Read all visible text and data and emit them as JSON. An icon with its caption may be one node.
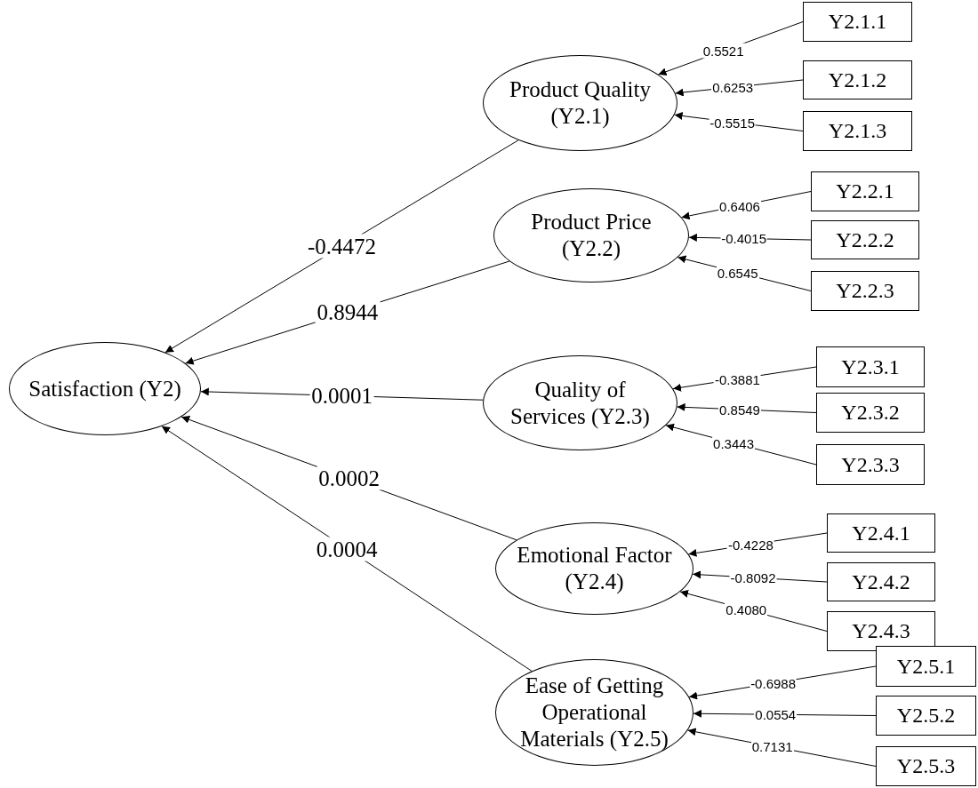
{
  "diagram": {
    "nodes": [
      {
        "text": [
          "Satisfaction (Y2)"
        ]
      },
      {
        "text": [
          "Product Quality (Y2.1)"
        ]
      },
      {
        "text": [
          "Y2.1.1"
        ]
      },
      {
        "text": [
          "Y2.1.2"
        ]
      },
      {
        "text": [
          "Y2.1.3"
        ]
      },
      {
        "text": [
          "Product Price (Y2.2)"
        ]
      },
      {
        "text": [
          "Y2.2.1"
        ]
      },
      {
        "text": [
          "Y2.2.2"
        ]
      },
      {
        "text": [
          "Y2.2.3"
        ]
      },
      {
        "text": [
          "Quality of Services (Y2.3)"
        ]
      },
      {
        "text": [
          "Y2.3.1"
        ]
      },
      {
        "text": [
          "Y2.3.2"
        ]
      },
      {
        "text": [
          "Y2.3.3"
        ]
      },
      {
        "text": [
          "Emotional Factor (Y2.4)"
        ]
      },
      {
        "text": [
          "Y2.4.1"
        ]
      },
      {
        "text": [
          "Y2.4.2"
        ]
      },
      {
        "text": [
          "Y2.4.3"
        ]
      },
      {
        "text": [
          "Ease of Getting Operational Materials (Y2.5)"
        ]
      },
      {
        "text": [
          "Y2.5.1"
        ]
      },
      {
        "text": [
          "Y2.5.2"
        ]
      },
      {
        "text": [
          "Y2.5.3"
        ]
      }
    ],
    "edges": [
      {
        "from": 1,
        "to": 0,
        "arrow": "to",
        "label": "-0.4472"
      },
      {
        "from": 5,
        "to": 0,
        "arrow": "to",
        "label": "0.8944"
      },
      {
        "from": 9,
        "to": 0,
        "arrow": "to",
        "label": "0.0001"
      },
      {
        "from": 13,
        "to": 0,
        "arrow": "to",
        "label": "0.0002"
      },
      {
        "from": 17,
        "to": 0,
        "arrow": "to",
        "label": "0.0004"
      },
      {
        "from": 2,
        "to": 1,
        "arrow": "to",
        "label": "0.5521"
      },
      {
        "from": 3,
        "to": 1,
        "arrow": "to",
        "label": "0.6253"
      },
      {
        "from": 4,
        "to": 1,
        "arrow": "to",
        "label": "-0.5515"
      },
      {
        "from": 6,
        "to": 5,
        "arrow": "to",
        "label": "0.6406"
      },
      {
        "from": 7,
        "to": 5,
        "arrow": "to",
        "label": "-0.4015"
      },
      {
        "from": 8,
        "to": 5,
        "arrow": "to",
        "label": "0.6545"
      },
      {
        "from": 10,
        "to": 9,
        "arrow": "to",
        "label": "-0.3881"
      },
      {
        "from": 11,
        "to": 9,
        "arrow": "to",
        "label": "0.8549"
      },
      {
        "from": 12,
        "to": 9,
        "arrow": "to",
        "label": "0.3443"
      },
      {
        "from": 14,
        "to": 13,
        "arrow": "to",
        "label": "-0.4228"
      },
      {
        "from": 15,
        "to": 13,
        "arrow": "to",
        "label": "-0.8092"
      },
      {
        "from": 16,
        "to": 13,
        "arrow": "to",
        "label": "0.4080"
      },
      {
        "from": 18,
        "to": 17,
        "arrow": "to",
        "label": "-0.6988"
      },
      {
        "from": 19,
        "to": 17,
        "arrow": "to",
        "label": "0.0554"
      },
      {
        "from": 20,
        "to": 17,
        "arrow": "to",
        "label": "0.7131"
      }
    ]
  }
}
